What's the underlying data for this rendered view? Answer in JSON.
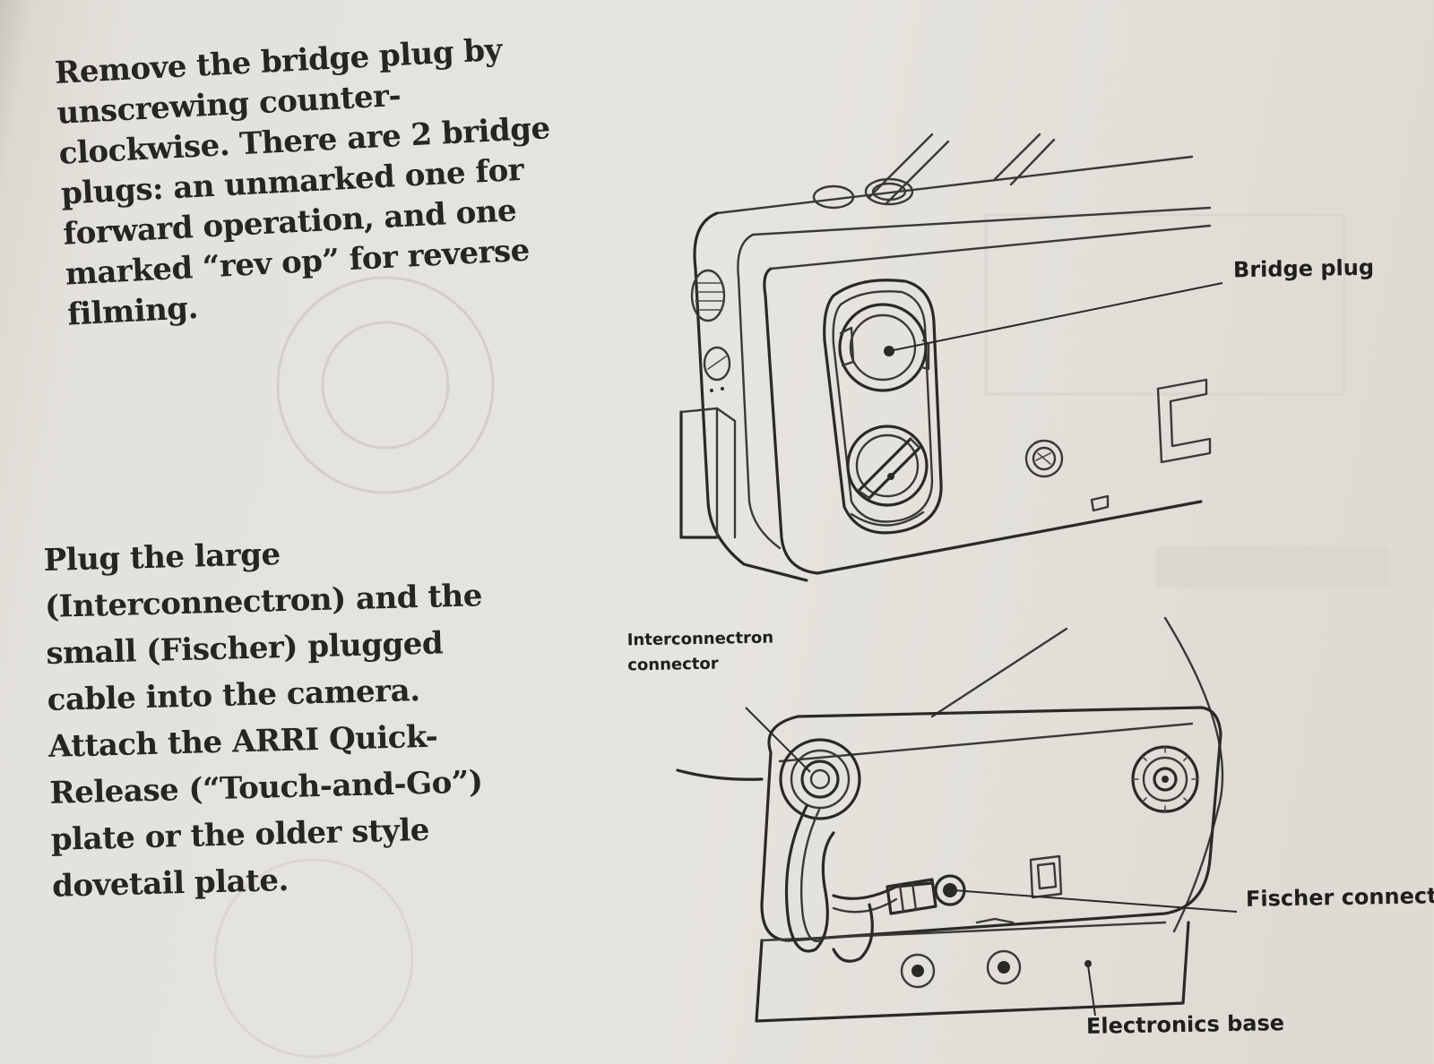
{
  "paragraphs": {
    "first": {
      "lines": [
        "Remove the bridge plug by",
        "unscrewing counter-",
        "clockwise. There are 2 bridge",
        "plugs: an unmarked one for",
        "forward operation, and one",
        "marked “rev op” for reverse",
        "filming."
      ]
    },
    "second": {
      "lines": [
        "Plug the large",
        "(Interconnectron) and the",
        "small (Fischer) plugged",
        "cable into the camera.",
        "Attach the ARRI Quick-",
        "Release (“Touch-and-Go”)",
        "plate or the older style",
        "dovetail plate."
      ]
    }
  },
  "callouts": {
    "bridge_plug": "Bridge plug",
    "interconnectron_line1": "Interconnectron",
    "interconnectron_line2": "connector",
    "fischer": "Fischer connect",
    "electronics_base": "Electronics base"
  },
  "colors": {
    "paper": "#e4e2dc",
    "ink": "#262522"
  }
}
